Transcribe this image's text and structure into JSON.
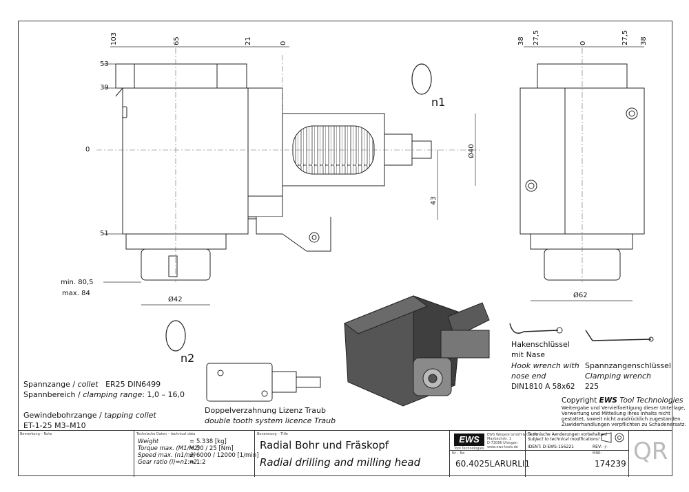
{
  "drawing": {
    "front_view": {
      "top_dims": [
        "103",
        "65",
        "21",
        "0"
      ],
      "left_dims": [
        "53",
        "39",
        "0",
        "51"
      ],
      "bottom_dims": {
        "min": "min. 80,5",
        "max": "max. 84"
      },
      "collet_dia": "Ø42",
      "shaft_dia": "Ø40",
      "offset": "43",
      "rotation_n1": "n1",
      "rotation_n2": "n2"
    },
    "side_view": {
      "top_dims": [
        "38",
        "27,5",
        "0",
        "27,5",
        "38"
      ],
      "bottom_dia": "Ø62"
    }
  },
  "notes": {
    "collet_de": "Spannzange / ",
    "collet_en": "collet",
    "collet_val": "ER25    DIN6499",
    "range_de": "Spannbereich / ",
    "range_en": "clamping range",
    "range_val": ": 1,0 – 16,0",
    "tap_de": "Gewindebohrzange / ",
    "tap_en": "tapping collet",
    "tap_val": "ET-1-25   M3–M10",
    "double_de": "Doppelverzahnung Lizenz Traub",
    "double_en": "double tooth system licence Traub",
    "hook_de1": "Hakenschlüssel",
    "hook_de2": "mit Nase",
    "hook_en1": "Hook wrench with",
    "hook_en2": "nose end",
    "hook_val": "DIN1810  A  58x62",
    "clamp_de": "Spannzangenschlüssel",
    "clamp_en": "Clamping wrench",
    "clamp_val": "225",
    "copyright_label": "Copyright",
    "copyright_brand": "EWS",
    "copyright_rest": " Tool Technologies",
    "copyright_text": "Weitergabe und Vervielfaeltigung dieser Unterlage,\nVerwertung und Mitteilung ihres Inhalts nicht\ngestattet, soweit nicht ausdrücklich zugestanden.\nZuwiderhandlungen verpflichten zu Schadenersatz."
  },
  "title_block": {
    "note_label": "Bemerkung – Note",
    "tech_label": "Technische Daten – technical data",
    "weight_label": "Weight",
    "weight_val": "=   5.338 [kg]",
    "torque_label": "Torque max. (M1/M2)",
    "torque_val": "=   50 / 25 [Nm]",
    "speed_label": "Speed max.  (n1/n2)",
    "speed_val": "=   6000 / 12000 [1/min]",
    "ratio_label": "Gear ratio  (i)=n1:n2",
    "ratio_val": "=   1:2",
    "name_label": "Benennung – Title",
    "title_de": "Radial Bohr und Fräskopf",
    "title_en": "Radial drilling and milling head",
    "logo": "EWS",
    "logo_sub": "Tool Technologies",
    "company": "EWS Weigele GmbH & Co. KG\nMaybachstr. 1\nD-73066 Uhingen\nwww.ews-tools.de",
    "nr_label": "Nr – No",
    "part_no": "60.4025LARURLI1",
    "change_de": "Technische Aenderungen vorbehalten!",
    "change_en": "Subject to technical modifications!",
    "ident": "IDENT:  D-EWS-156221",
    "rev": "REV:  -/-",
    "mnr_label": "MNR:",
    "mnr": "174239",
    "qr": "QR"
  }
}
